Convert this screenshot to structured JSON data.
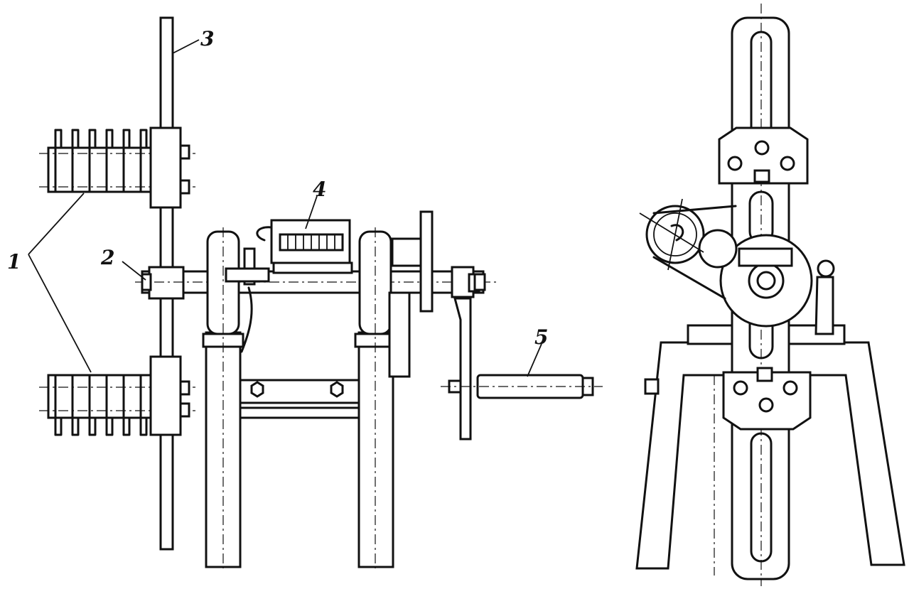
{
  "labels": {
    "l1": "1",
    "l2": "2",
    "l3": "3",
    "l4": "4",
    "l5": "5"
  },
  "icons": [
    "bolt-icon",
    "handle-icon",
    "counter-icon",
    "spring-icon",
    "gear-icon"
  ]
}
